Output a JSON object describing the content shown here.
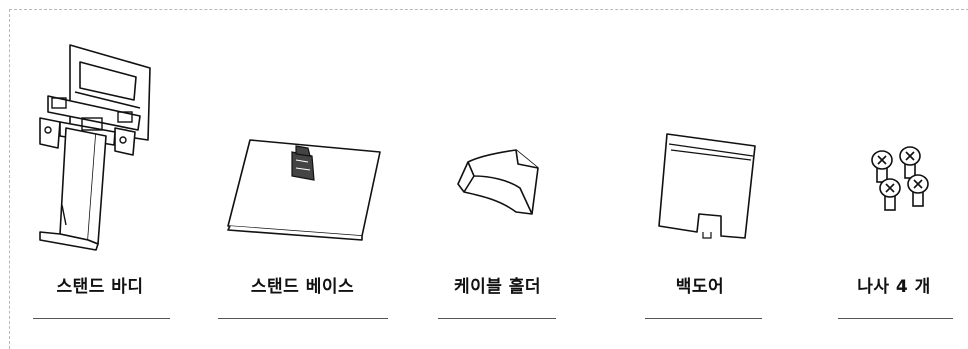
{
  "parts": [
    {
      "name": "stand-body",
      "label": "스탠드 바디"
    },
    {
      "name": "stand-base",
      "label": "스탠드 베이스"
    },
    {
      "name": "cable-holder",
      "label": "케이블 홀더"
    },
    {
      "name": "back-door",
      "label": "백도어"
    },
    {
      "name": "screws",
      "label": "나사 4 개"
    }
  ]
}
